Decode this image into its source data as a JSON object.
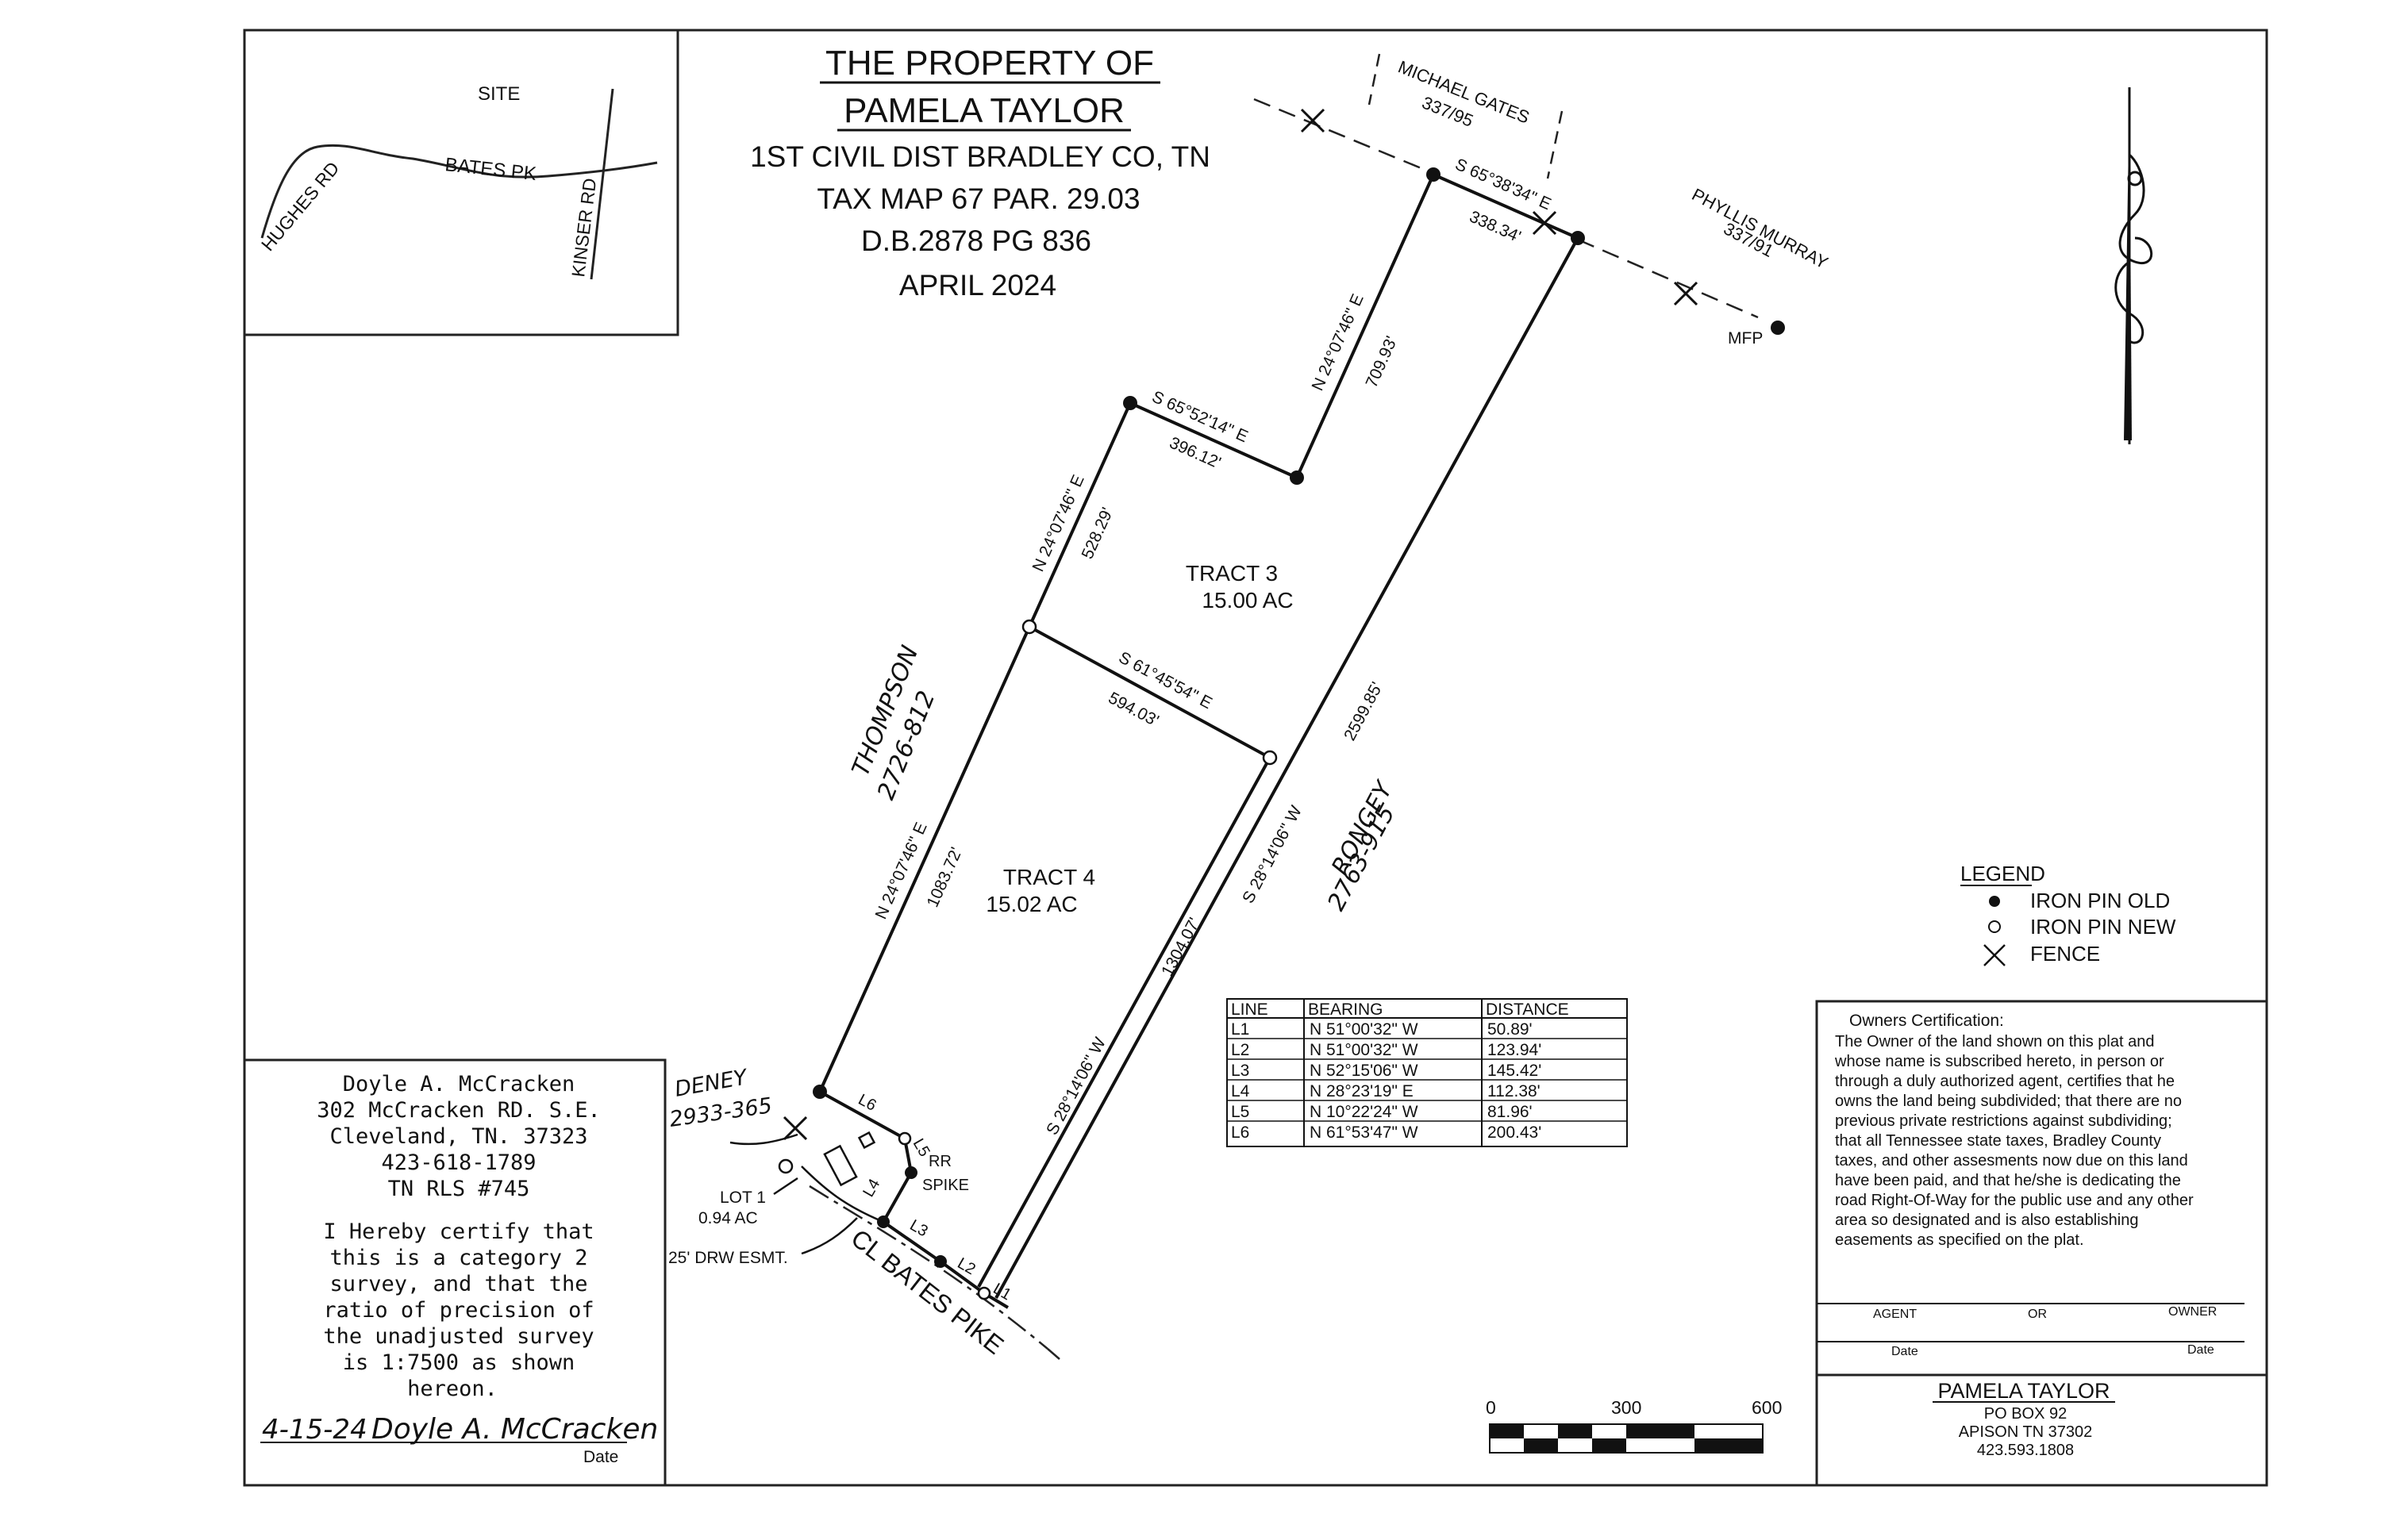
{
  "title": {
    "line1": "THE  PROPERTY OF",
    "line2": "PAMELA TAYLOR",
    "line3": "1ST CIVIL DIST BRADLEY CO, TN",
    "line4": "TAX MAP 67 PAR. 29.03",
    "line5": "D.B.2878 PG 836",
    "line6": "APRIL 2024"
  },
  "vicinity": {
    "site": "SITE",
    "bates": "BATES PK",
    "hughes": "HUGHES RD",
    "kinser": "KINSER RD"
  },
  "adjoiners": {
    "gates_name": "MICHAEL GATES",
    "gates_ref": "337/95",
    "murray_name": "PHYLLIS MURRAY",
    "murray_ref": "337/91",
    "mfp": "MFP",
    "thompson_name": "THOMPSON",
    "thompson_ref": "2726-812",
    "rongey_name": "RONGEY",
    "rongey_ref": "2763-915",
    "deney_name": "DENEY",
    "deney_ref": "2933-365"
  },
  "calls": {
    "top_bearing": "S 65°38'34\" E",
    "top_dist": "338.34'",
    "n709_bearing": "N 24°07'46\" E",
    "n709_dist": "709.93'",
    "s396_bearing": "S 65°52'14\" E",
    "s396_dist": "396.12'",
    "n528_bearing": "N 24°07'46\" E",
    "n528_dist": "528.29'",
    "s594_bearing": "S 61°45'54\" E",
    "s594_dist": "594.03'",
    "east_bearing": "S 28°14'06\" W",
    "east_dist": "2599.85'",
    "west_bearing": "N 24°07'46\" E",
    "west_dist": "1083.72'",
    "t4east_bearing": "S 28°14'06\" W",
    "t4east_dist": "1304.07'"
  },
  "tracts": {
    "t3_name": "TRACT 3",
    "t3_area": "15.00 AC",
    "t4_name": "TRACT 4",
    "t4_area": "15.02 AC"
  },
  "lot": {
    "lot_name": "LOT 1",
    "lot_area": "0.94 AC",
    "drw": "25' DRW ESMT.",
    "road": "CL BATES PIKE",
    "rr": "RR",
    "spike": "SPIKE",
    "l1": "L1",
    "l2": "L2",
    "l3": "L3",
    "l4": "L4",
    "l5": "L5",
    "l6": "L6"
  },
  "legend": {
    "title": "LEGEND",
    "item1": "IRON PIN OLD",
    "item2": "IRON PIN NEW",
    "item3": "FENCE"
  },
  "line_table": {
    "headers": [
      "LINE",
      "BEARING",
      "DISTANCE"
    ],
    "rows": [
      [
        "L1",
        "N  51°00'32\"  W",
        "50.89'"
      ],
      [
        "L2",
        "N  51°00'32\"  W",
        "123.94'"
      ],
      [
        "L3",
        "N  52°15'06\"  W",
        "145.42'"
      ],
      [
        "L4",
        "N  28°23'19\"  E",
        "112.38'"
      ],
      [
        "L5",
        "N  10°22'24\"  W",
        "81.96'"
      ],
      [
        "L6",
        "N  61°53'47\"  W",
        "200.43'"
      ]
    ]
  },
  "surveyor": {
    "name": "Doyle A. McCracken",
    "address1": "302 McCracken RD. S.E.",
    "address2": "Cleveland, TN. 37323",
    "phone": "423-618-1789",
    "license": "TN RLS #745",
    "cert1": "I Hereby certify that",
    "cert2": "this is a category 2",
    "cert3": "survey, and that the",
    "cert4": "ratio of precision of",
    "cert5": "the unadjusted survey",
    "cert6": "is 1:7500 as shown",
    "cert7": "hereon.",
    "sig_date": "4-15-24",
    "signature": "Doyle A. McCracken",
    "date_label": "Date"
  },
  "owners_cert": {
    "heading": "Owners Certification:",
    "lines": [
      "The Owner of the land shown on this plat and",
      "whose name is subscribed hereto, in person or",
      "through a duly authorized agent, certifies that he",
      "owns the land being subdivided; that there are no",
      "previous private restrictions against subdividing;",
      "that all Tennessee state taxes, Bradley County",
      "taxes, and other assesments now due on this land",
      "have been paid, and that he/she is dedicating the",
      "road Right-Of-Way for the public use and any other",
      "area so designated and is also establishing",
      "easements as specified on the plat."
    ],
    "agent": "AGENT",
    "or": "OR",
    "owner": "OWNER",
    "date1": "Date",
    "date2": "Date"
  },
  "owner_box": {
    "name": "PAMELA TAYLOR",
    "address1": "PO BOX 92",
    "address2": "APISON TN 37302",
    "phone": "423.593.1808"
  },
  "scale": {
    "s0": "0",
    "s300": "300",
    "s600": "600"
  }
}
